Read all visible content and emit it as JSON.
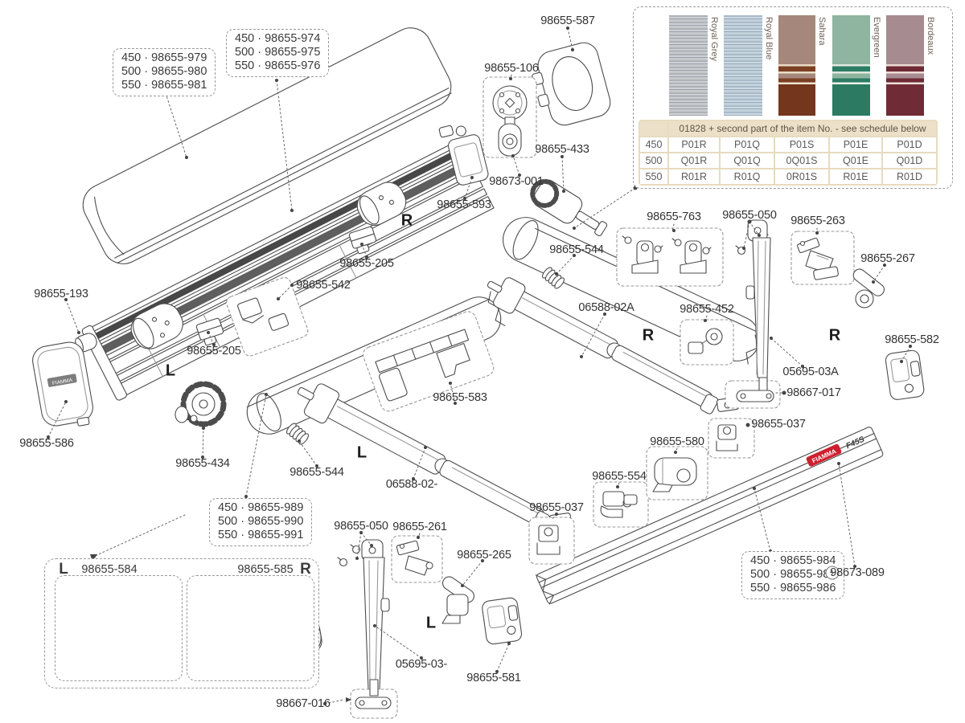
{
  "panel": {
    "header_note": "01828 + second part of the item No. - see schedule below",
    "colors": [
      "Royal Grey",
      "Royal Blue",
      "Sahara",
      "Evergreen",
      "Bordeaux"
    ],
    "rows": [
      {
        "size": "450",
        "codes": [
          "P01R",
          "P01Q",
          "P01S",
          "P01E",
          "P01D"
        ]
      },
      {
        "size": "500",
        "codes": [
          "Q01R",
          "Q01Q",
          "0Q01S",
          "Q01E",
          "Q01D"
        ]
      },
      {
        "size": "550",
        "codes": [
          "R01R",
          "R01Q",
          "0R01S",
          "R01E",
          "R01D"
        ]
      }
    ]
  },
  "part_boxes": {
    "roof_left": [
      "450 · 98655-979",
      "500 · 98655-980",
      "550 · 98655-981"
    ],
    "roof_right": [
      "450 · 98655-974",
      "500 · 98655-975",
      "550 · 98655-976"
    ],
    "roller": [
      "450 · 98655-989",
      "500 · 98655-990",
      "550 · 98655-991"
    ],
    "lead_rail": [
      "450 · 98655-984",
      "500 · 98655-985",
      "550 · 98655-986"
    ]
  },
  "labels": {
    "p587": "98655-587",
    "p106": "98655-106",
    "p433": "98655-433",
    "p673001": "98673-001",
    "p593": "98655-593",
    "p205": "98655-205",
    "p542": "98655-542",
    "p193": "98655-193",
    "p586": "98655-586",
    "p434": "98655-434",
    "p763": "98655-763",
    "p050": "98655-050",
    "p263": "98655-263",
    "p267": "98655-267",
    "p544": "98655-544",
    "p06588a": "06588-02A",
    "p452": "98655-452",
    "p05695a": "05695-03A",
    "p667017": "98667-017",
    "p037": "98655-037",
    "p582": "98655-582",
    "p583": "98655-583",
    "p580": "98655-580",
    "p554": "98655-554",
    "p06588": "06588-02-",
    "p261": "98655-261",
    "p265": "98655-265",
    "p05695": "05695-03-",
    "p581": "98655-581",
    "p667016": "98667-016",
    "p584": "98655-584",
    "p585": "98655-585",
    "p673089": "98673-089",
    "plus": "+"
  },
  "markers": {
    "left": "L",
    "right": "R"
  },
  "logo": {
    "brand": "FIAMMA",
    "model": "F45S"
  }
}
